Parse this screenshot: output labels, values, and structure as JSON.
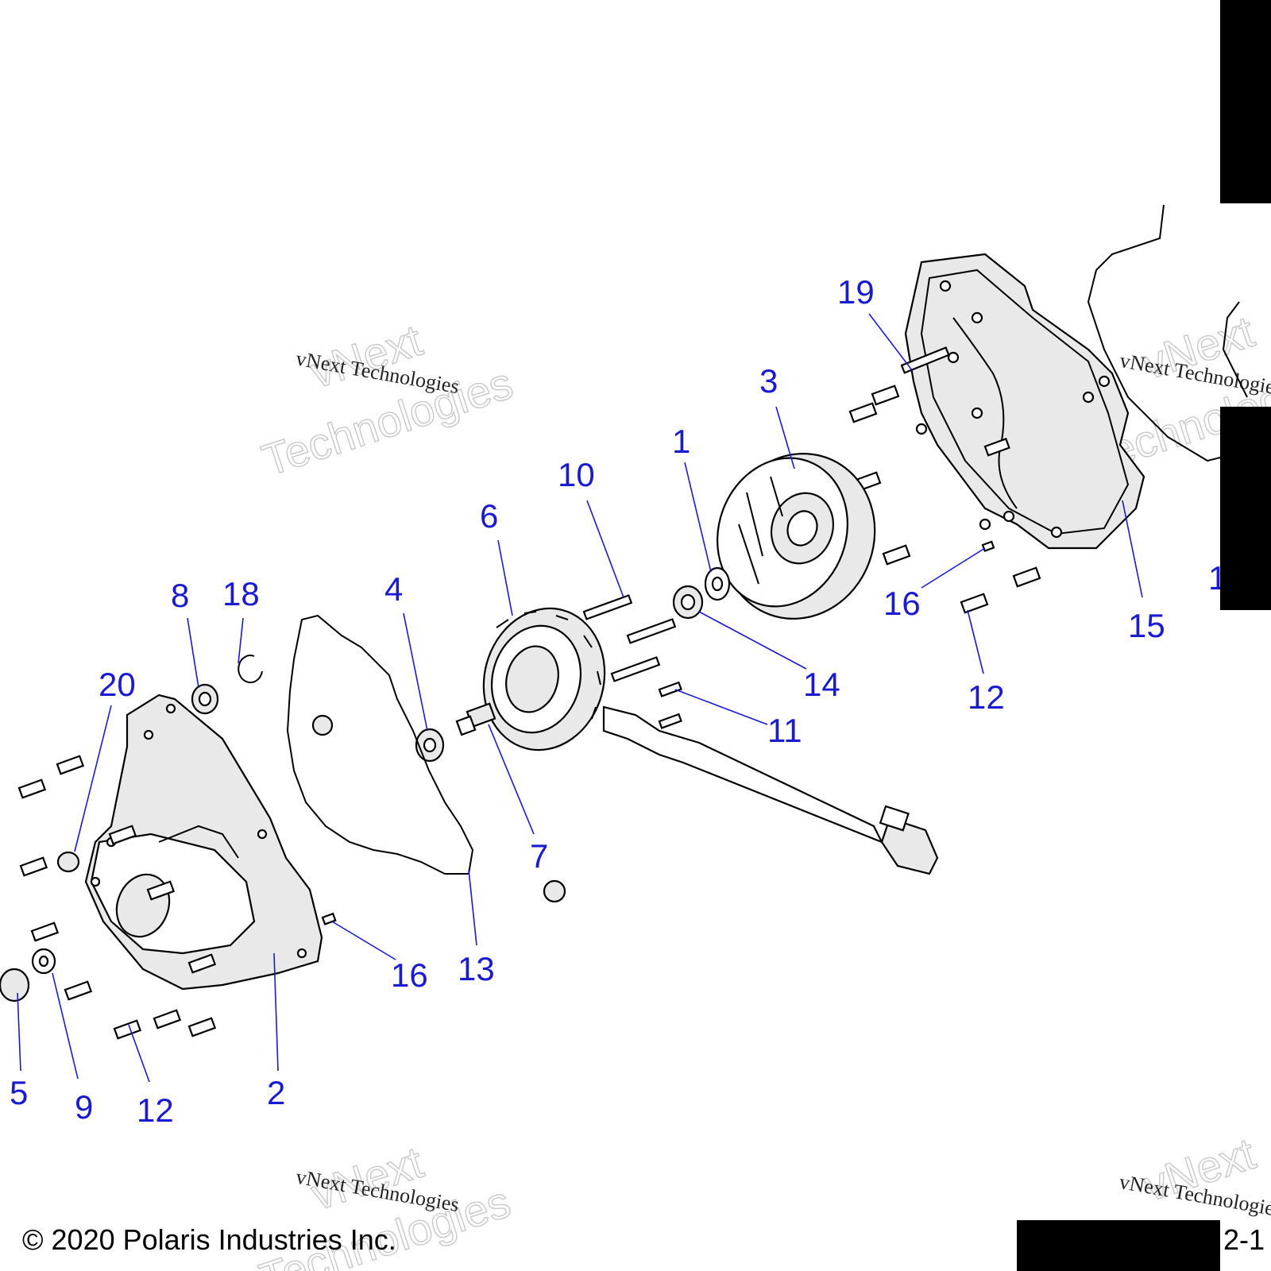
{
  "copyright": "© 2020 Polaris Industries Inc.",
  "page_number": "2-1",
  "watermarks": {
    "line_a": "vNext Technologies",
    "line_b_top": "vNext",
    "line_b_bottom": "Technologies"
  },
  "callouts": {
    "c1": "1",
    "c2": "2",
    "c3": "3",
    "c4": "4",
    "c5": "5",
    "c6": "6",
    "c7": "7",
    "c8": "8",
    "c9": "9",
    "c10": "10",
    "c11": "11",
    "c12a": "12",
    "c12b": "12",
    "c13": "13",
    "c14": "14",
    "c15": "15",
    "c16a": "16",
    "c16b": "16",
    "c18": "18",
    "c19": "19",
    "c20": "20",
    "c_partial": "1"
  },
  "colors": {
    "callout": "#1a1ad0",
    "line": "#000000"
  }
}
